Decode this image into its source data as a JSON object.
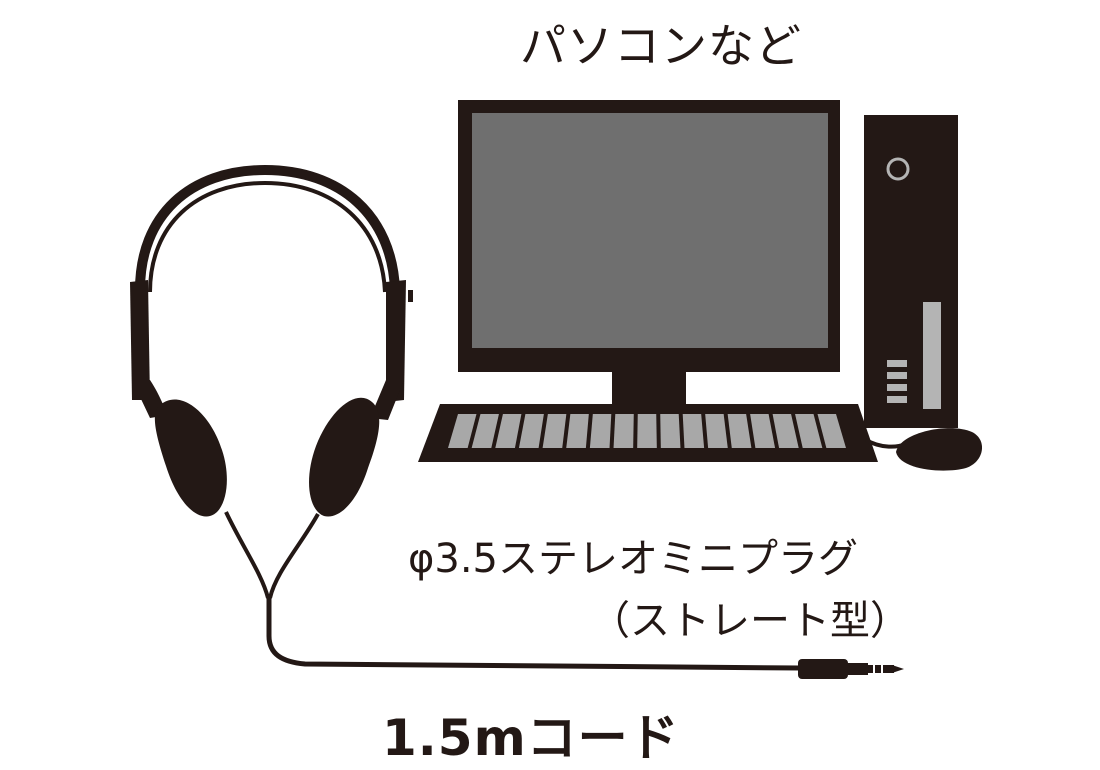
{
  "labels": {
    "pc": "パソコンなど",
    "plug_line1": "φ3.5ステレオミニプラグ",
    "plug_line2": "（ストレート型）",
    "cord": "1.5mコード"
  },
  "colors": {
    "ink": "#231815",
    "screen": "#6f6f6f",
    "keys": "#a8a8a8",
    "tower_detail": "#b4b4b4",
    "background": "#ffffff"
  },
  "icons": [
    "headphones-icon",
    "monitor-icon",
    "keyboard-icon",
    "pc-tower-icon",
    "mouse-icon",
    "audio-plug-icon"
  ]
}
